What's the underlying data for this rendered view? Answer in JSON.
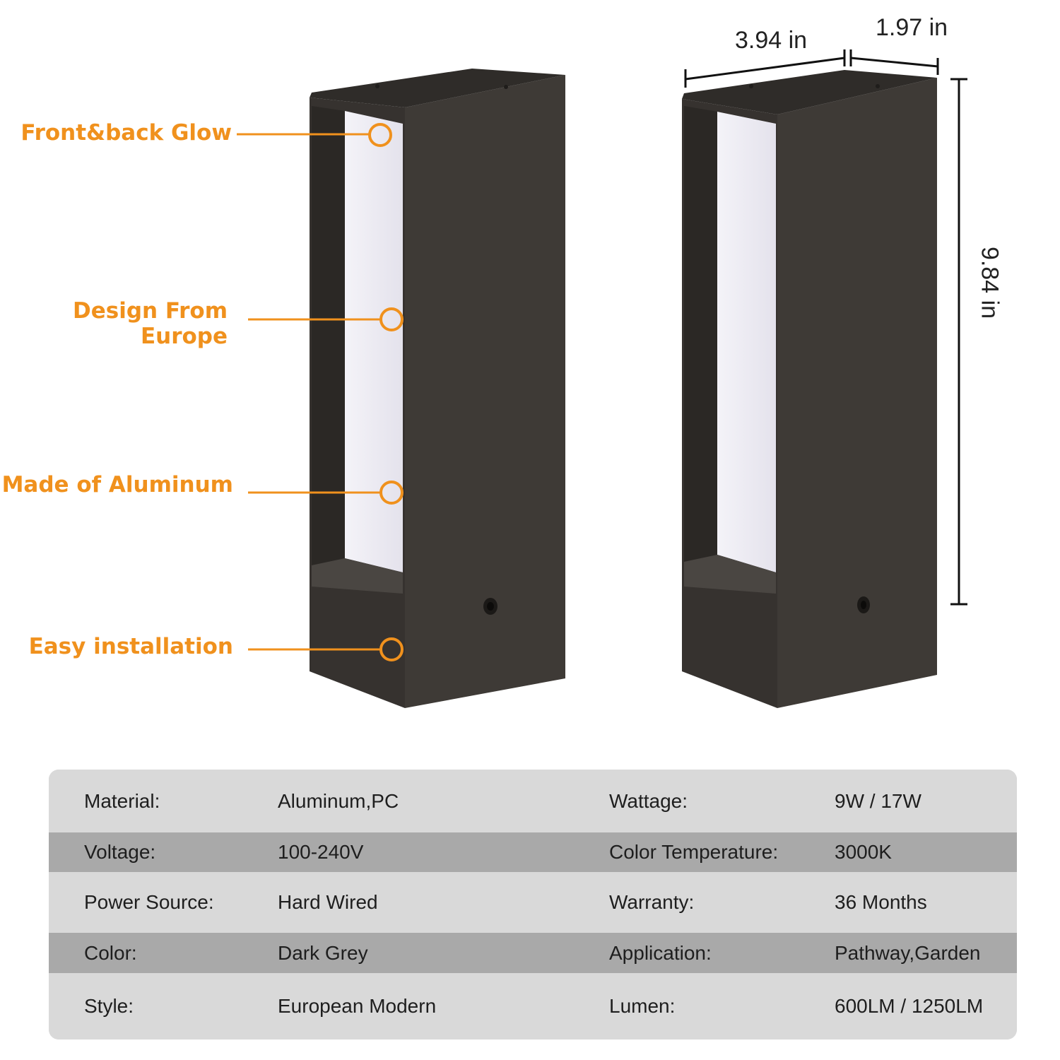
{
  "features": [
    {
      "label": "Front&back Glow"
    },
    {
      "label": "Design From\nEurope"
    },
    {
      "label": "Made of Aluminum"
    },
    {
      "label": "Easy installation"
    }
  ],
  "dimensions": {
    "width": "3.94 in",
    "depth": "1.97 in",
    "height": "9.84 in"
  },
  "specs": [
    {
      "label1": "Material:",
      "value1": "Aluminum,PC",
      "label2": "Wattage:",
      "value2": "9W / 17W"
    },
    {
      "label1": "Voltage:",
      "value1": "100-240V",
      "label2": "Color Temperature:",
      "value2": "3000K"
    },
    {
      "label1": "Power Source:",
      "value1": "Hard Wired",
      "label2": "Warranty:",
      "value2": "36 Months"
    },
    {
      "label1": "Color:",
      "value1": "Dark Grey",
      "label2": "Application:",
      "value2": "Pathway,Garden"
    },
    {
      "label1": "Style:",
      "value1": "European Modern",
      "label2": "Lumen:",
      "value2": "600LM / 1250LM"
    }
  ],
  "colors": {
    "accent": "#f0911d",
    "housing": "#3f3b37",
    "diffuser": "#ecebf2",
    "row_light": "#d9d9d9",
    "row_dark": "#a9a9a9"
  }
}
